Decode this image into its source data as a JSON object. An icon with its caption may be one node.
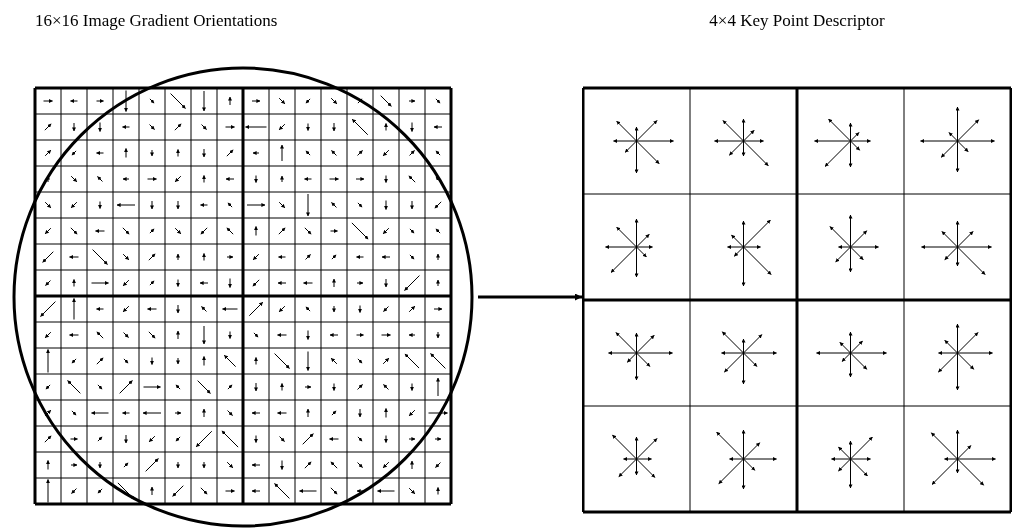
{
  "diagram": {
    "nodes": [
      {
        "text": [
          "16×16 Image Gradient Orientations"
        ]
      },
      {
        "text": [
          "4×4 Key Point Descriptor"
        ]
      }
    ],
    "edges": [
      {
        "from": 0,
        "to": 1,
        "arrow": "to"
      }
    ]
  }
}
